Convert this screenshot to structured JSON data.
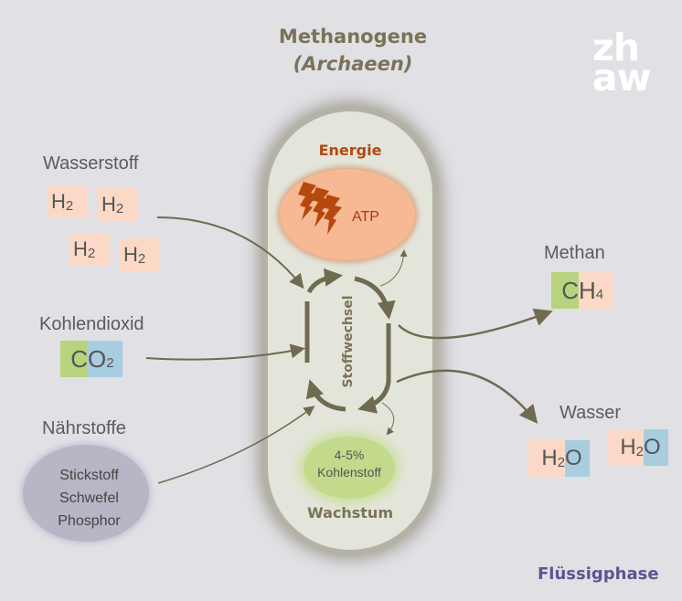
{
  "header": {
    "title": "Methanogene",
    "subtitle": "(Archaeen)"
  },
  "logo": {
    "line1": "zh",
    "line2": "aw"
  },
  "inputs": {
    "hydrogen": {
      "label": "Wasserstoff",
      "formula_main": "H",
      "formula_sub": "2",
      "count": 4
    },
    "co2": {
      "label": "Kohlendioxid",
      "formula_c": "C",
      "formula_o": "O",
      "formula_sub": "2"
    },
    "nutrients": {
      "label": "Nährstoffe",
      "items": [
        "Stickstoff",
        "Schwefel",
        "Phosphor"
      ]
    }
  },
  "cell": {
    "energy_label": "Energie",
    "atp_label": "ATP",
    "metabolism_label": "Stoffwechsel",
    "carbon_line1": "4-5%",
    "carbon_line2": "Kohlenstoff",
    "growth_label": "Wachstum"
  },
  "outputs": {
    "methane": {
      "label": "Methan",
      "formula_c": "C",
      "formula_h": "H",
      "formula_sub": "4"
    },
    "water": {
      "label": "Wasser",
      "formula_h": "H",
      "formula_sub": "2",
      "formula_o": "O",
      "count": 2
    }
  },
  "footer": {
    "phase_label": "Flüssigphase"
  },
  "colors": {
    "background": "#e1e0e5",
    "cell": "#e3e5da",
    "arrow": "#706a50",
    "energy": "#b5480f",
    "atp": "#f7b894",
    "carbon": "#c3da8c",
    "nutrients": "#b7b6c5",
    "hydrogen_chip": "#fcd9c6",
    "carbon_chip": "#b8d37e",
    "oxygen_chip": "#a9cde0",
    "phase": "#5e5490"
  }
}
